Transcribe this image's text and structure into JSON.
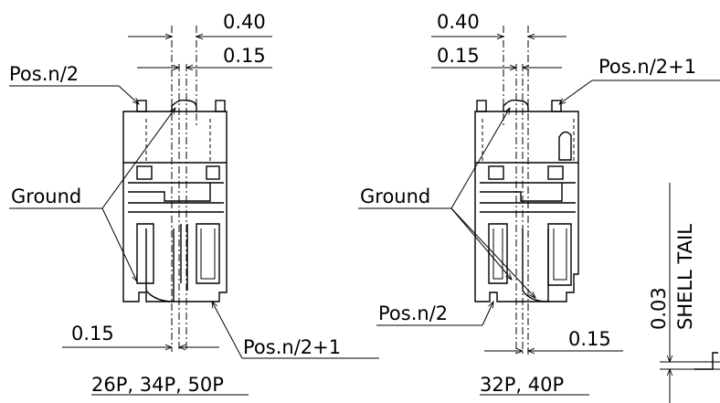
{
  "left_view": {
    "pitch": "0.40",
    "width_top": "0.15",
    "width_bottom": "0.15",
    "pos_top": "Pos.n/2",
    "ground": "Ground",
    "pos_bottom": "Pos.n/2+1",
    "caption": "26P, 34P, 50P"
  },
  "right_view": {
    "pitch": "0.40",
    "width_top": "0.15",
    "width_bottom": "0.15",
    "pos_top": "Pos.n/2+1",
    "ground": "Ground",
    "pos_bottom": "Pos.n/2",
    "caption": "32P, 40P"
  },
  "shell_tail": {
    "label": "SHELL TAIL",
    "value": "0.03"
  }
}
